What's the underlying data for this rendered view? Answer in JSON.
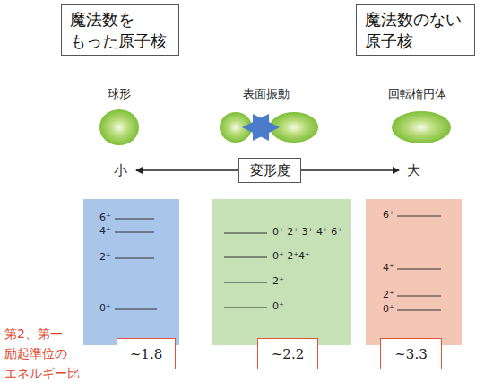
{
  "diagram": {
    "nodes": [
      {
        "text": [
          "魔法数を もった原子核"
        ]
      },
      {
        "text": [
          "魔法数のない 原子核"
        ]
      },
      {
        "text": [
          "変形度"
        ]
      },
      {
        "text": [
          "6⁺",
          "4⁺",
          "2⁺",
          "0⁺"
        ]
      },
      {
        "text": [
          "0⁺ 2⁺ 3⁺ 4⁺ 6⁺",
          "0⁺ 2⁺4⁺",
          "2⁺",
          "0⁺"
        ]
      },
      {
        "text": [
          "6⁺",
          "4⁺",
          "2⁺",
          "0⁺"
        ]
      },
      {
        "text": [
          "~1.8"
        ]
      },
      {
        "text": [
          "~2.2"
        ]
      },
      {
        "text": [
          "~3.3"
        ]
      }
    ],
    "labels": [
      "球形",
      "表面振動",
      "回転楕円体",
      "小",
      "大",
      "第2、第一 励起準位の エネルギー比"
    ]
  }
}
